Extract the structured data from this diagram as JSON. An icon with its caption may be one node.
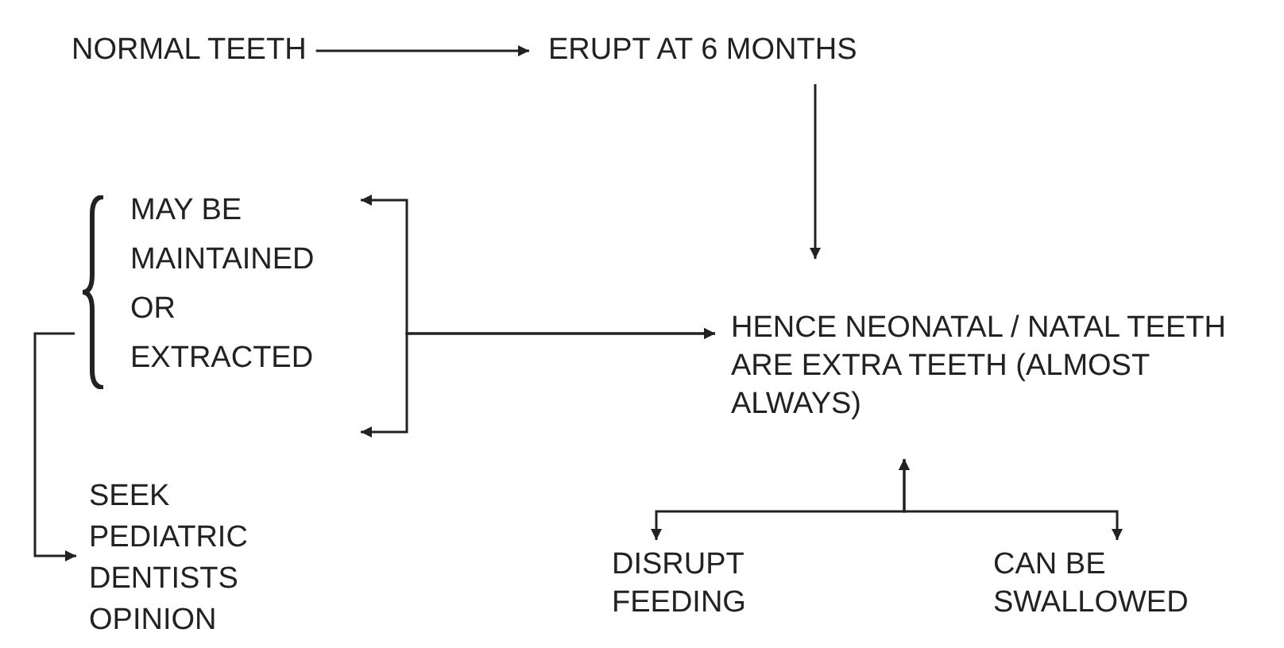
{
  "diagram": {
    "nodes": [
      {
        "text": [
          "NORMAL TEETH"
        ]
      },
      {
        "text": [
          "ERUPT AT 6 MONTHS"
        ]
      },
      {
        "text": [
          "MAY BE MAINTAINED OR EXTRACTED"
        ]
      },
      {
        "text": [
          "HENCE NEONATAL / NATAL TEETH ARE EXTRA TEETH (ALMOST ALWAYS)"
        ]
      },
      {
        "text": [
          "SEEK PEDIATRIC DENTISTS OPINION"
        ]
      },
      {
        "text": [
          "DISRUPT FEEDING"
        ]
      },
      {
        "text": [
          "CAN BE SWALLOWED"
        ]
      }
    ],
    "edges": [
      {
        "from": 0,
        "to": 1,
        "arrow": "to"
      },
      {
        "from": 1,
        "to": 3,
        "arrow": "to"
      },
      {
        "from": 2,
        "to": 3,
        "arrow": "both"
      },
      {
        "from": 2,
        "to": 3,
        "arrow": "both"
      },
      {
        "from": 2,
        "to": 4,
        "arrow": "to"
      },
      {
        "from": 3,
        "to": 5,
        "arrow": "both"
      },
      {
        "from": 3,
        "to": 6,
        "arrow": "both"
      }
    ]
  }
}
